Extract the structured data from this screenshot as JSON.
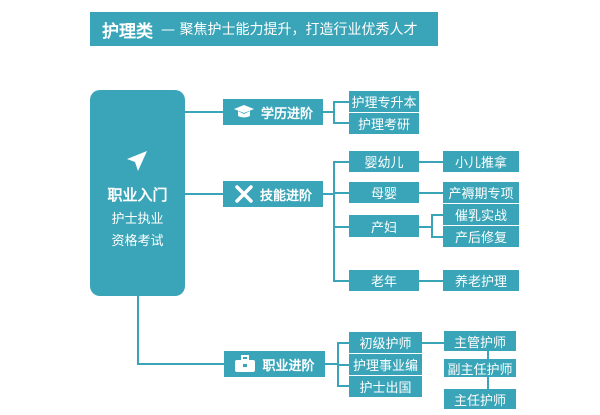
{
  "header": {
    "title": "护理类",
    "subtitle": "— 聚焦护士能力提升，打造行业优秀人才"
  },
  "root": {
    "title": "职业入门",
    "line1": "护士执业",
    "line2": "资格考试"
  },
  "categories": {
    "education": {
      "label": "学历进阶",
      "children": [
        "护理专升本",
        "护理考研"
      ]
    },
    "skills": {
      "label": "技能进阶",
      "children": [
        "婴幼儿",
        "母婴",
        "产妇",
        "老年"
      ],
      "leaves": {
        "infant": "小儿推拿",
        "maternal": "产褥期专项",
        "postpartum": [
          "催乳实战",
          "产后修复"
        ],
        "elderly": "养老护理"
      }
    },
    "career": {
      "label": "职业进阶",
      "children": [
        "初级护师",
        "护理事业编",
        "护士出国"
      ],
      "leaves": [
        "主管护师",
        "副主任护师",
        "主任护师"
      ]
    }
  },
  "colors": {
    "accent": "#3aa5b8",
    "background": "#ffffff"
  }
}
